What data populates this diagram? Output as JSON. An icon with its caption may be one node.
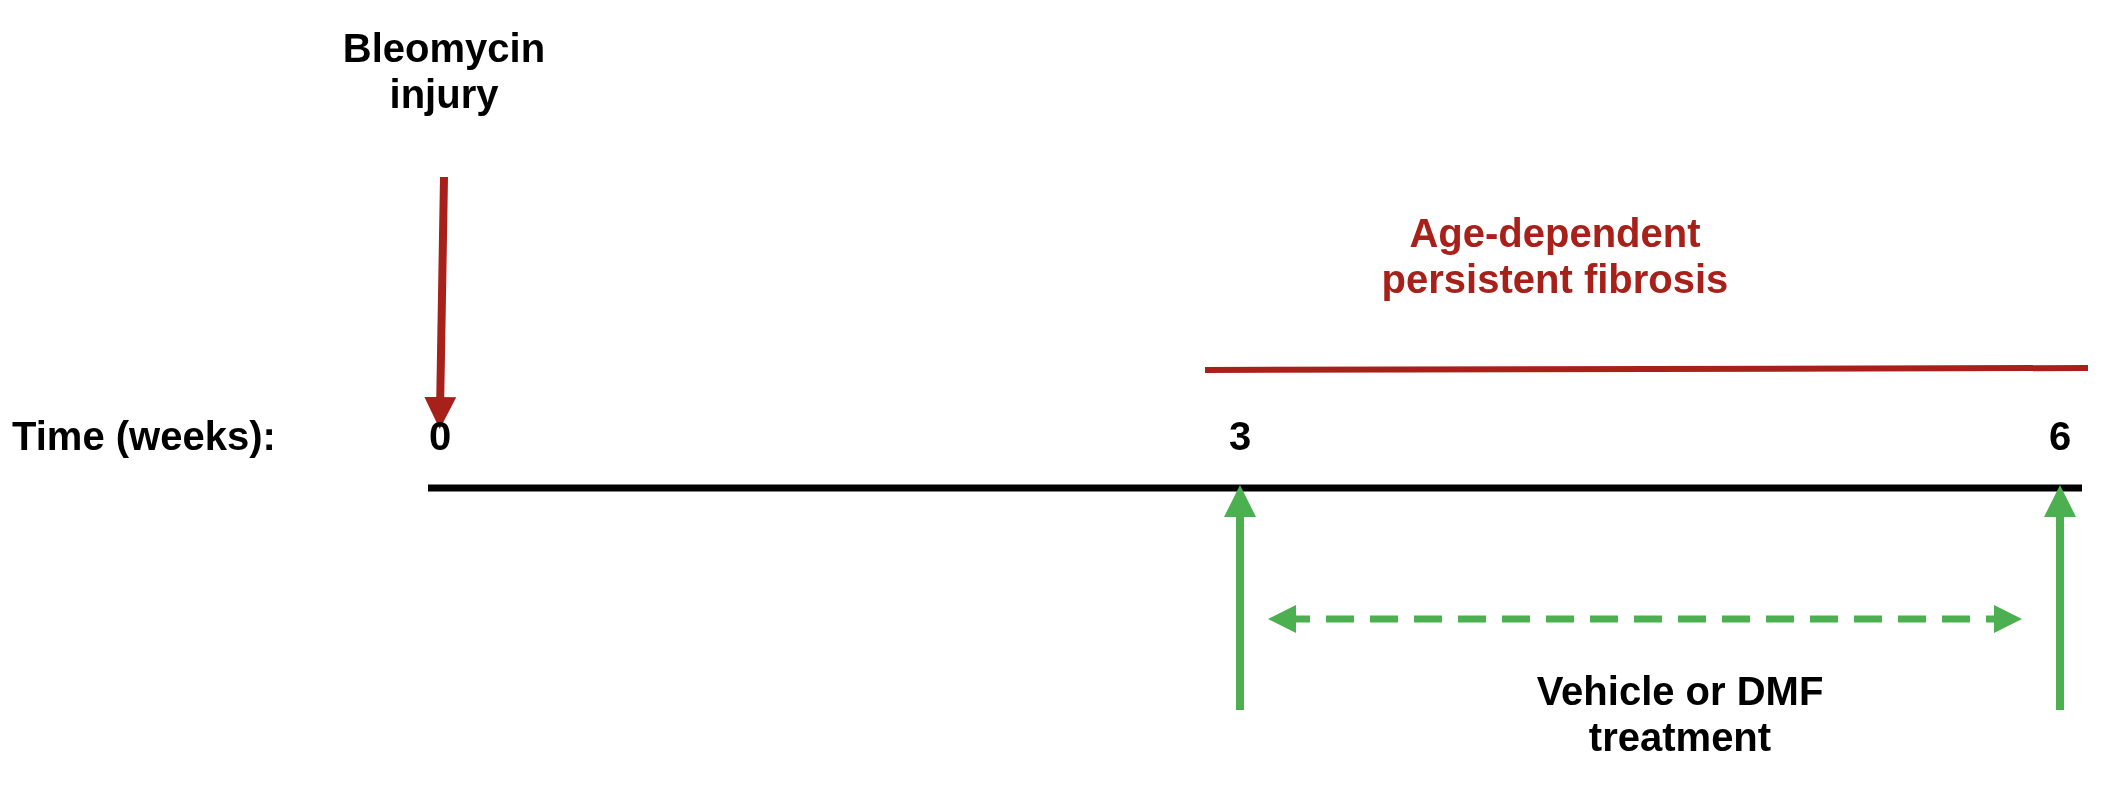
{
  "diagram": {
    "nodes": [
      {
        "text": [
          "Bleomycin injury"
        ]
      },
      {
        "text": [
          "0"
        ]
      },
      {
        "text": [
          "3"
        ]
      },
      {
        "text": [
          "6"
        ]
      },
      {
        "text": [
          "Age-dependent persistent fibrosis"
        ]
      },
      {
        "text": [
          "Vehicle or DMF treatment"
        ]
      }
    ],
    "edges": [
      {
        "from": 0,
        "to": 1,
        "arrow": "to",
        "color": "#a8201a"
      },
      {
        "from": null,
        "to": 2,
        "arrow": "to"
      },
      {
        "from": null,
        "to": 3,
        "arrow": "to"
      }
    ],
    "labels": [
      "Time (weeks):"
    ]
  }
}
